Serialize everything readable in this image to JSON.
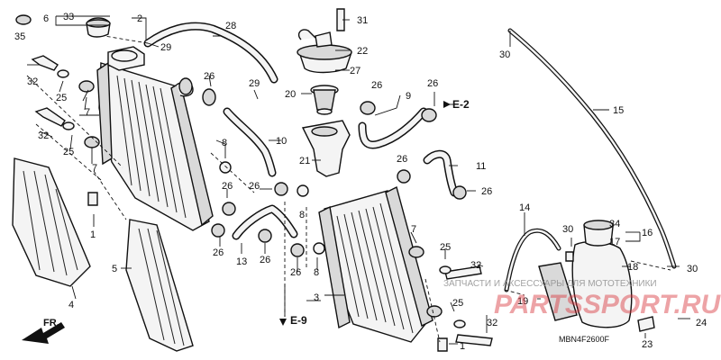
{
  "diagram": {
    "callouts": {
      "c1a": "1",
      "c1b": "1",
      "c2": "2",
      "c3": "3",
      "c4": "4",
      "c5": "5",
      "c6": "6",
      "c7a": "7",
      "c7b": "7",
      "c7c": "7",
      "c8a": "8",
      "c8b": "8",
      "c8c": "8",
      "c9": "9",
      "c10": "10",
      "c11": "11",
      "c13": "13",
      "c14": "14",
      "c15": "15",
      "c16": "16",
      "c17": "17",
      "c18": "18",
      "c19": "19",
      "c20": "20",
      "c21": "21",
      "c22": "22",
      "c23": "23",
      "c24": "24",
      "c25a": "25",
      "c25b": "25",
      "c25c": "25",
      "c25d": "25",
      "c26a": "26",
      "c26b": "26",
      "c26c": "26",
      "c26d": "26",
      "c26e": "26",
      "c26f": "26",
      "c26g": "26",
      "c26h": "26",
      "c26i": "26",
      "c27": "27",
      "c28": "28",
      "c29a": "29",
      "c29b": "29",
      "c30a": "30",
      "c30b": "30",
      "c30c": "30",
      "c31": "31",
      "c32a": "32",
      "c32b": "32",
      "c32c": "32",
      "c32d": "32",
      "c33": "33",
      "c34": "34",
      "c35": "35"
    },
    "references": {
      "e2": "E-2",
      "e9": "E-9",
      "front": "FR."
    },
    "diagram_code": "MBN4F2600F",
    "watermark": {
      "brand": "PARTSSPORT.RU",
      "tagline": "ЗАПЧАСТИ И АКСЕССУАРЫ ДЛЯ МОТОТЕХНИКИ"
    }
  }
}
